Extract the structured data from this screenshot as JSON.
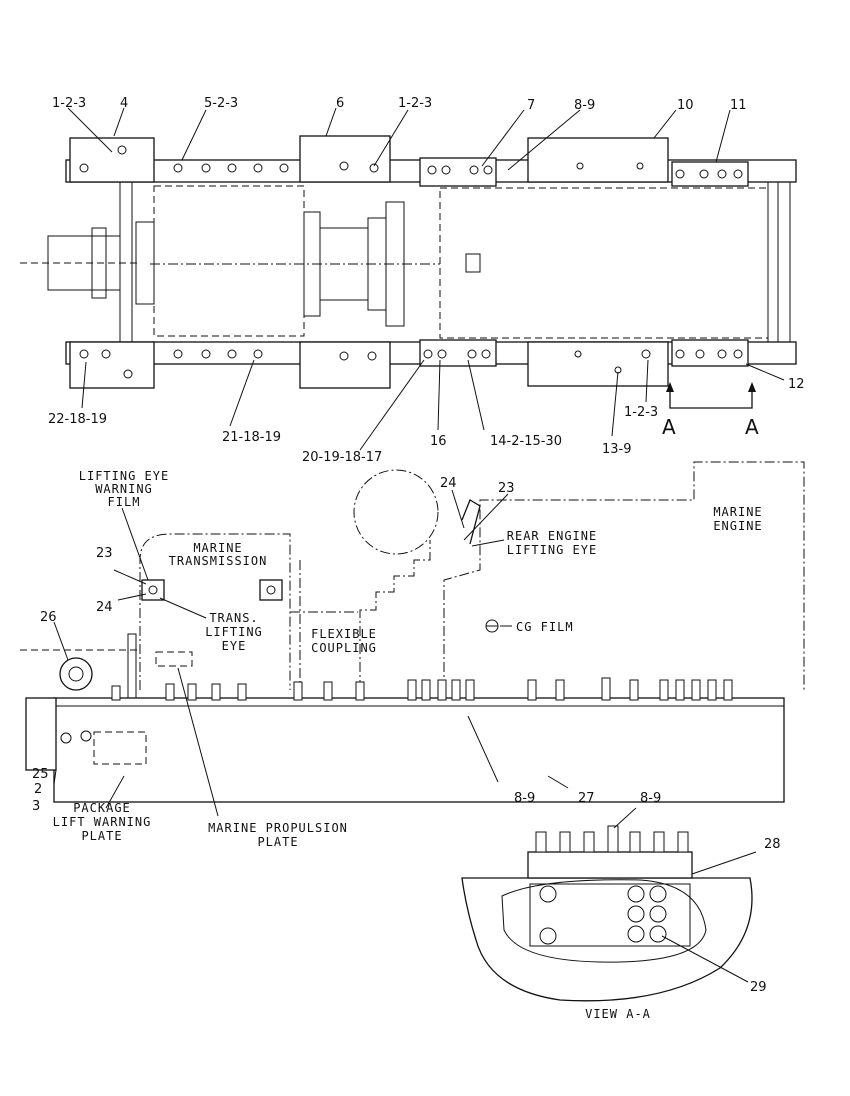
{
  "callouts": {
    "c_1_2_3_a": "1-2-3",
    "c_4": "4",
    "c_5_2_3": "5-2-3",
    "c_6": "6",
    "c_1_2_3_b": "1-2-3",
    "c_7": "7",
    "c_8_9_a": "8-9",
    "c_10": "10",
    "c_11": "11",
    "c_12": "12",
    "c_22_18_19": "22-18-19",
    "c_21_18_19": "21-18-19",
    "c_20_19_18_17": "20-19-18-17",
    "c_16": "16",
    "c_14_2_15_30": "14-2-15-30",
    "c_13_9": "13-9",
    "c_1_2_3_c": "1-2-3",
    "c_A_left": "A",
    "c_A_right": "A",
    "c_24_a": "24",
    "c_23_a": "23",
    "c_23_b": "23",
    "c_24_b": "24",
    "c_26": "26",
    "c_25": "25",
    "c_2": "2",
    "c_3": "3",
    "c_8_9_b": "8-9",
    "c_27": "27",
    "c_8_9_c": "8-9",
    "c_28": "28",
    "c_29": "29"
  },
  "labels": {
    "lifting_eye_warning_film": [
      "LIFTING EYE",
      "WARNING",
      "FILM"
    ],
    "marine_transmission": [
      "MARINE",
      "TRANSMISSION"
    ],
    "trans_lifting_eye": [
      "TRANS.",
      "LIFTING",
      "EYE"
    ],
    "flexible_coupling": [
      "FLEXIBLE",
      "COUPLING"
    ],
    "rear_engine_lifting_eye": [
      "REAR ENGINE",
      "LIFTING EYE"
    ],
    "marine_engine": [
      "MARINE",
      "ENGINE"
    ],
    "cg_film": "CG FILM",
    "package_lift_warning_plate": [
      "PACKAGE",
      "LIFT WARNING",
      "PLATE"
    ],
    "marine_propulsion_plate": [
      "MARINE PROPULSION",
      "PLATE"
    ],
    "view_a_a": "VIEW A-A"
  }
}
